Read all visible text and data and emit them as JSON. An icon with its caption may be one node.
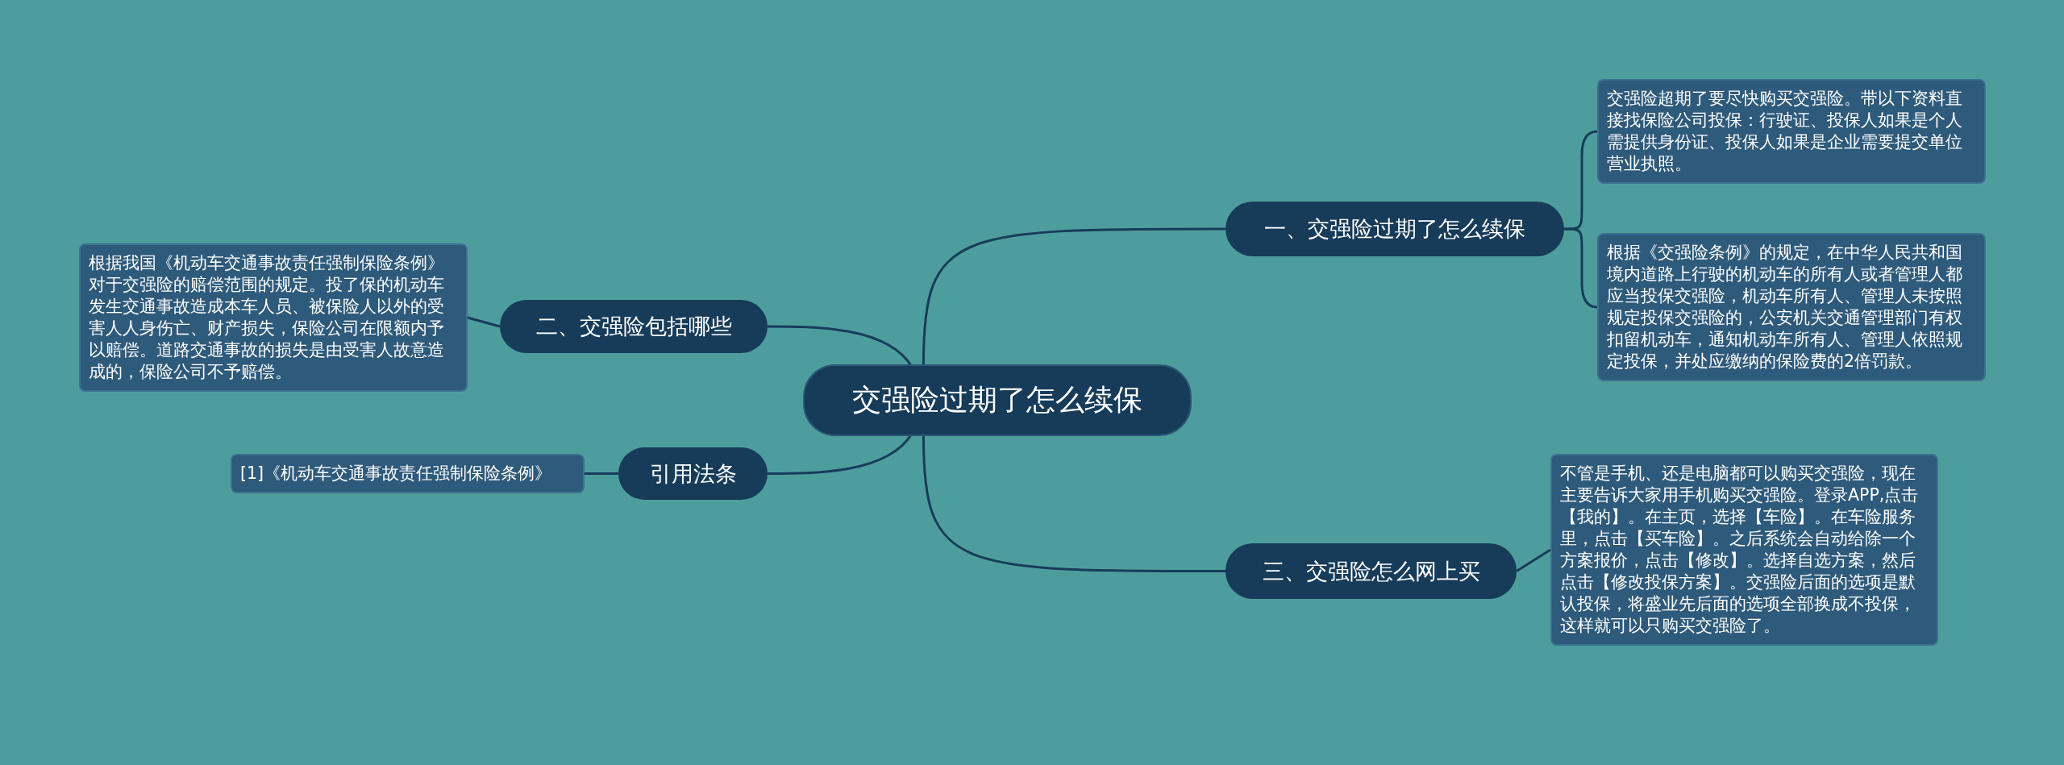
{
  "diagram": {
    "nodes": [
      {
        "text": [
          "交强险过期了怎么续保"
        ]
      },
      {
        "text": [
          "一、交强险过期了怎么续保"
        ]
      },
      {
        "text": [
          "交强险超期了要尽快购买交强险。带以下资料直接找保险公司投保：行驶证、投保人如果是个人需提供身份证、投保人如果是企业需要提交单位营业执照。"
        ]
      },
      {
        "text": [
          "根据《交强险条例》的规定，在中华人民共和国境内道路上行驶的机动车的所有人或者管理人都应当投保交强险，机动车所有人、管理人未按照规定投保交强险的，公安机关交通管理部门有权扣留机动车，通知机动车所有人、管理人依照规定投保，并处应缴纳的保险费的2倍罚款。"
        ]
      },
      {
        "text": [
          "二、交强险包括哪些"
        ]
      },
      {
        "text": [
          "根据我国《机动车交通事故责任强制保险条例》对于交强险的赔偿范围的规定。投了保的机动车发生交通事故造成本车人员、被保险人以外的受害人人身伤亡、财产损失，保险公司在限额内予以赔偿。道路交通事故的损失是由受害人故意造成的，保险公司不予赔偿。"
        ]
      },
      {
        "text": [
          "引用法条"
        ]
      },
      {
        "text": [
          "[1]《机动车交通事故责任强制保险条例》"
        ]
      },
      {
        "text": [
          "三、交强险怎么网上买"
        ]
      },
      {
        "text": [
          "不管是手机、还是电脑都可以购买交强险，现在主要告诉大家用手机购买交强险。登录APP,点击【我的】。在主页，选择【车险】。在车险服务里，点击【买车险】。之后系统会自动给除一个方案报价，点击【修改】。选择自选方案，然后点击【修改投保方案】。交强险后面的选项是默认投保，将盛业先后面的选项全部换成不投保，这样就可以只购买交强险了。"
        ]
      }
    ],
    "edges": [
      {
        "from": 0,
        "to": 1,
        "arrow": "none"
      },
      {
        "from": 1,
        "to": 2,
        "arrow": "none"
      },
      {
        "from": 1,
        "to": 3,
        "arrow": "none"
      },
      {
        "from": 0,
        "to": 4,
        "arrow": "none"
      },
      {
        "from": 4,
        "to": 5,
        "arrow": "none"
      },
      {
        "from": 0,
        "to": 6,
        "arrow": "none"
      },
      {
        "from": 6,
        "to": 7,
        "arrow": "none"
      },
      {
        "from": 0,
        "to": 8,
        "arrow": "none"
      },
      {
        "from": 8,
        "to": 9,
        "arrow": "none"
      }
    ]
  }
}
